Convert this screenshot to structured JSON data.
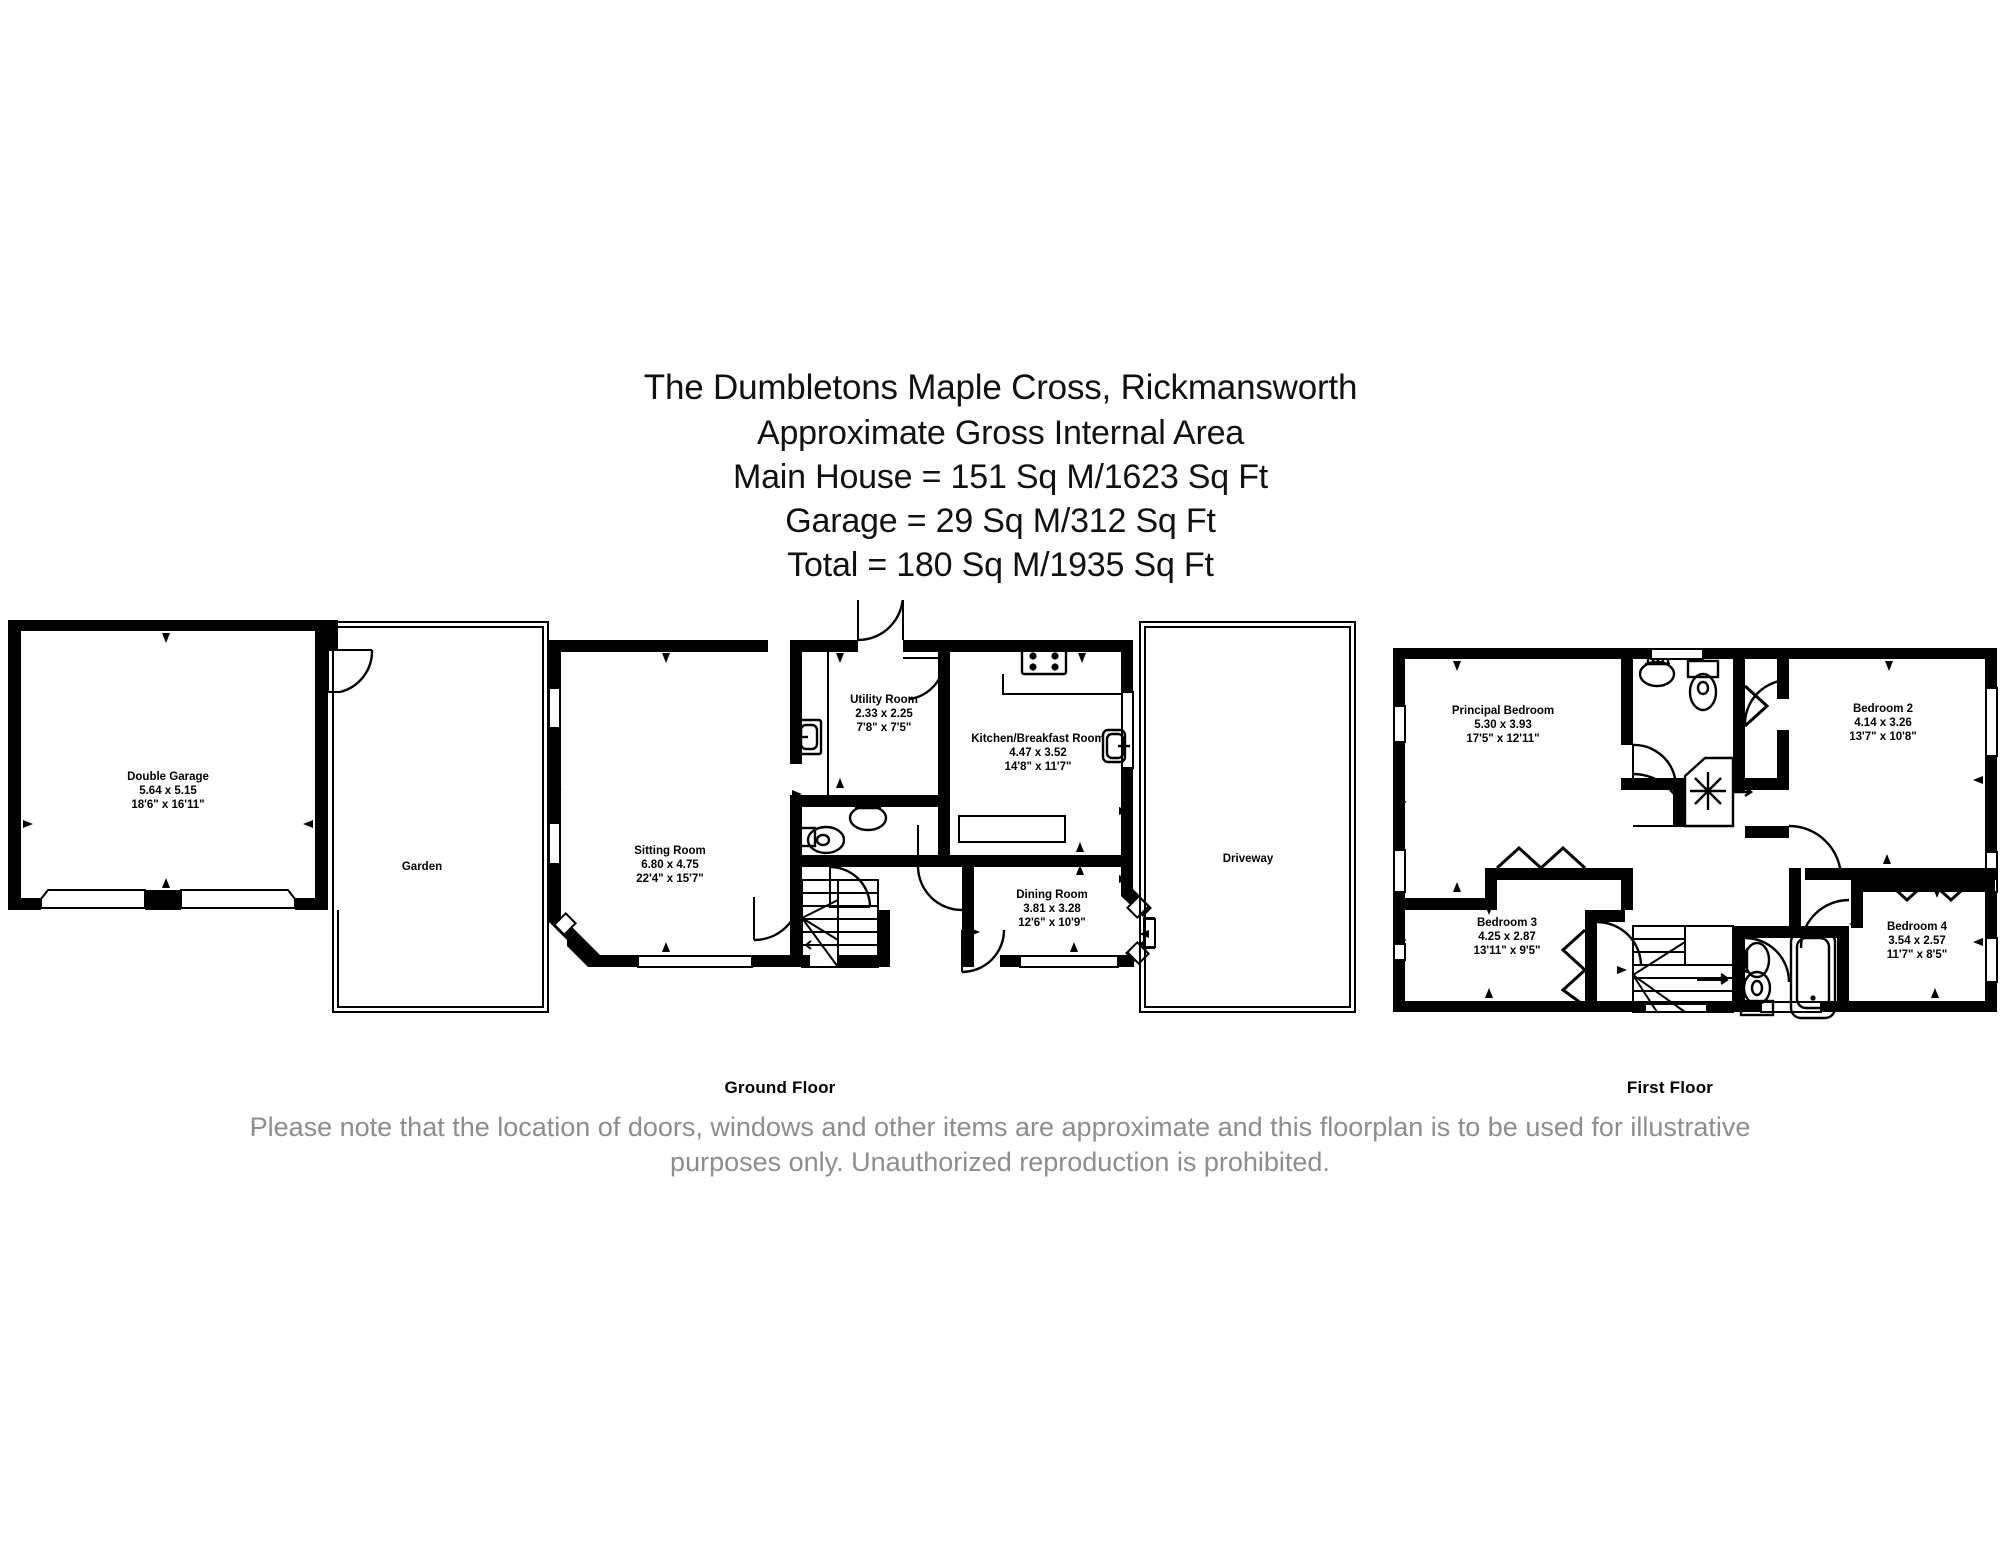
{
  "title": {
    "lines": [
      "The Dumbletons Maple Cross, Rickmansworth",
      "Approximate Gross Internal Area",
      "Main House = 151 Sq M/1623 Sq Ft",
      "Garage = 29 Sq M/312 Sq Ft",
      "Total = 180 Sq M/1935 Sq Ft"
    ],
    "property_name": "The Dumbletons Maple Cross, Rickmansworth",
    "area_heading": "Approximate Gross Internal Area",
    "main_house_area": "Main House = 151 Sq M/1623 Sq Ft",
    "garage_area": "Garage = 29 Sq M/312 Sq Ft",
    "total_area": "Total = 180 Sq M/1935 Sq Ft"
  },
  "captions": {
    "ground": "Ground Floor",
    "first": "First Floor"
  },
  "disclaimer": {
    "line1": "Please note that the location of doors, windows and other items are approximate and this floorplan is to be used for illustrative",
    "line2": "purposes only. Unauthorized reproduction is prohibited."
  },
  "ground_floor": {
    "rooms": [
      {
        "id": "double-garage",
        "name": "Double Garage",
        "dim_metric": "5.64 x 5.15",
        "dim_imperial": "18'6\" x 16'11\""
      },
      {
        "id": "garden",
        "name": "Garden",
        "dim_metric": "",
        "dim_imperial": ""
      },
      {
        "id": "sitting-room",
        "name": "Sitting Room",
        "dim_metric": "6.80 x 4.75",
        "dim_imperial": "22'4\" x 15'7\""
      },
      {
        "id": "utility-room",
        "name": "Utility Room",
        "dim_metric": "2.33 x 2.25",
        "dim_imperial": "7'8\" x 7'5\""
      },
      {
        "id": "kitchen-breakfast-room",
        "name": "Kitchen/Breakfast Room",
        "dim_metric": "4.47 x 3.52",
        "dim_imperial": "14'8\" x 11'7\""
      },
      {
        "id": "dining-room",
        "name": "Dining Room",
        "dim_metric": "3.81 x 3.28",
        "dim_imperial": "12'6\" x 10'9\""
      },
      {
        "id": "driveway",
        "name": "Driveway",
        "dim_metric": "",
        "dim_imperial": ""
      }
    ]
  },
  "first_floor": {
    "rooms": [
      {
        "id": "principal-bedroom",
        "name": "Principal Bedroom",
        "dim_metric": "5.30 x 3.93",
        "dim_imperial": "17'5\" x 12'11\""
      },
      {
        "id": "bedroom-2",
        "name": "Bedroom 2",
        "dim_metric": "4.14 x 3.26",
        "dim_imperial": "13'7\" x 10'8\""
      },
      {
        "id": "bedroom-3",
        "name": "Bedroom 3",
        "dim_metric": "4.25 x 2.87",
        "dim_imperial": "13'11\" x 9'5\""
      },
      {
        "id": "bedroom-4",
        "name": "Bedroom 4",
        "dim_metric": "3.54 x 2.57",
        "dim_imperial": "11'7\" x 8'5\""
      }
    ]
  },
  "colors": {
    "wall": "#000000",
    "background": "#ffffff",
    "disclaimer_text": "#8d8d8d",
    "title_text": "#111111"
  },
  "icons": {
    "hob": "hob-icon",
    "sink": "sink-icon",
    "wc": "toilet-icon",
    "basin": "basin-icon",
    "bath": "bath-icon",
    "shower": "shower-icon",
    "appliance": "appliance-icon",
    "stairs": "stairs-icon",
    "door_swing": "door-swing-icon",
    "window": "window-icon"
  }
}
